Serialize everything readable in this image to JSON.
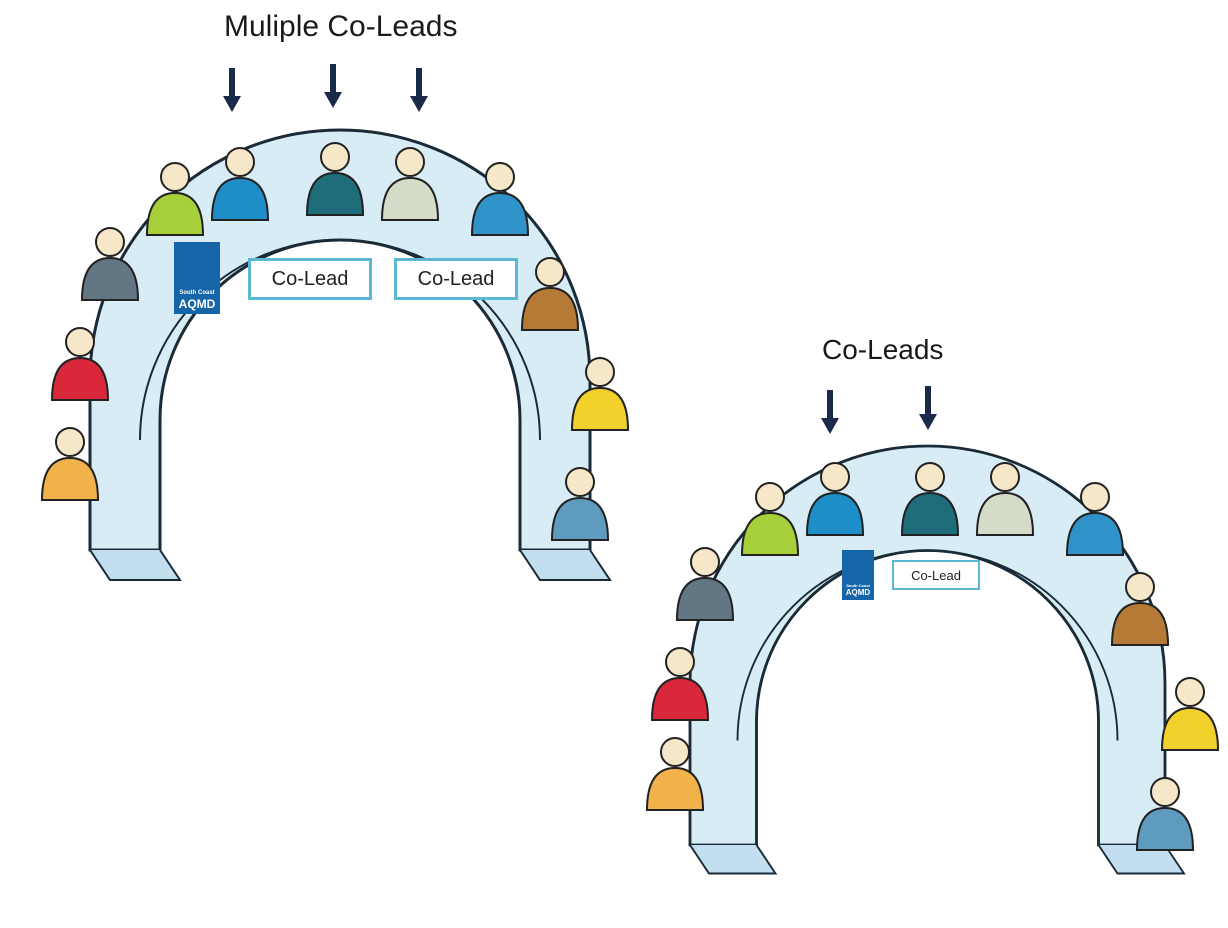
{
  "scenes": [
    {
      "heading": "Muliple Co-Leads",
      "labels": [
        "Co-Lead",
        "Co-Lead"
      ],
      "logo_lines": [
        "South Coast",
        "AQMD"
      ]
    },
    {
      "heading": "Co-Leads",
      "labels": [
        "Co-Lead"
      ],
      "logo_lines": [
        "South Coast",
        "AQMD"
      ]
    }
  ],
  "colors": {
    "table_fill": "#d8ecf6",
    "table_stroke": "#1a2a36",
    "arrow": "#1b2a4a",
    "label_border": "#5bb7d6",
    "logo_blue": "#1565a8"
  }
}
